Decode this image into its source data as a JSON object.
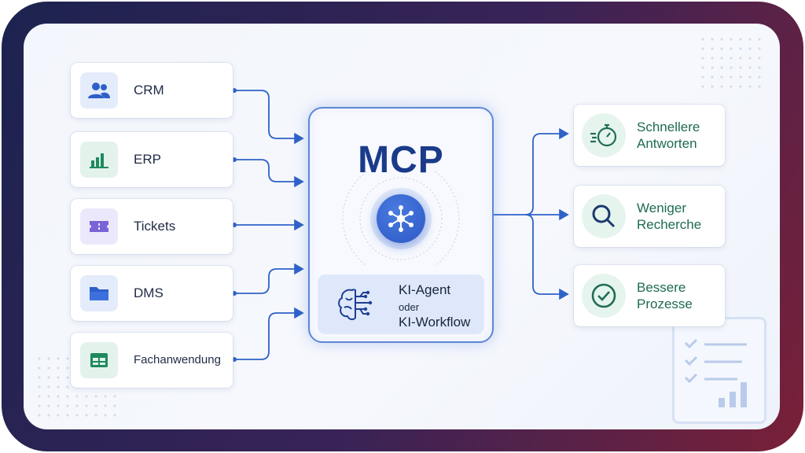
{
  "center": {
    "title": "MCP"
  },
  "agent": {
    "line1": "KI-Agent",
    "line2": "oder",
    "line3": "KI-Workflow"
  },
  "sources": [
    {
      "label": "CRM",
      "icon": "users-icon",
      "color": "#2e5fc9"
    },
    {
      "label": "ERP",
      "icon": "bar-chart-icon",
      "color": "#1f8a5e"
    },
    {
      "label": "Tickets",
      "icon": "ticket-icon",
      "color": "#6e57c9"
    },
    {
      "label": "DMS",
      "icon": "folder-icon",
      "color": "#2e5fc9"
    },
    {
      "label": "Fachanwendung",
      "icon": "app-window-icon",
      "color": "#1f8a5e"
    }
  ],
  "outcomes": [
    {
      "line1": "Schnellere",
      "line2": "Antworten",
      "icon": "stopwatch-icon"
    },
    {
      "line1": "Weniger",
      "line2": "Recherche",
      "icon": "search-icon"
    },
    {
      "line1": "Bessere",
      "line2": "Prozesse",
      "icon": "check-circle-icon"
    }
  ],
  "colors": {
    "accent": "#2c57c4",
    "title": "#1a3a8a",
    "outcome_text": "#1e6b52",
    "connector": "#2f62c8"
  }
}
